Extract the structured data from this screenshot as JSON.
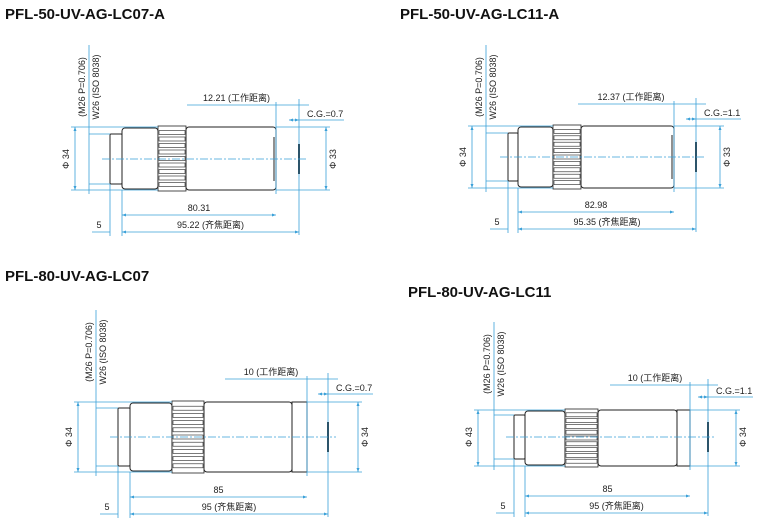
{
  "lenses": [
    {
      "title": "PFL-50-UV-AG-LC07-A",
      "thread_line1": "(M26 P=0.706)",
      "thread_line2": "W26 (ISO 8038)",
      "dia_left": "Φ 34",
      "dia_right": "Φ 33",
      "working_distance": "12.21 (工作距离)",
      "cover_glass": "C.G.=0.7",
      "length": "80.31",
      "parfocal": "95.22 (齐焦距离)",
      "offset": "5"
    },
    {
      "title": "PFL-50-UV-AG-LC11-A",
      "thread_line1": "(M26 P=0.706)",
      "thread_line2": "W26 (ISO 8038)",
      "dia_left": "Φ 34",
      "dia_right": "Φ 33",
      "working_distance": "12.37 (工作距离)",
      "cover_glass": "C.G.=1.1",
      "length": "82.98",
      "parfocal": "95.35 (齐焦距离)",
      "offset": "5"
    },
    {
      "title": "PFL-80-UV-AG-LC07",
      "thread_line1": "(M26 P=0.706)",
      "thread_line2": "W26 (ISO 8038)",
      "dia_left": "Φ 34",
      "dia_right": "Φ 34",
      "working_distance": "10 (工作距离)",
      "cover_glass": "C.G.=0.7",
      "length": "85",
      "parfocal": "95 (齐焦距离)",
      "offset": "5"
    },
    {
      "title": "PFL-80-UV-AG-LC11",
      "thread_line1": "(M26 P=0.706)",
      "thread_line2": "W26 (ISO 8038)",
      "dia_left": "Φ 43",
      "dia_right": "Φ 34",
      "working_distance": "10 (工作距离)",
      "cover_glass": "C.G.=1.1",
      "length": "85",
      "parfocal": "95 (齐焦距离)",
      "offset": "5"
    }
  ],
  "colors": {
    "dimension": "#3aa0d8",
    "outline": "#222222"
  }
}
